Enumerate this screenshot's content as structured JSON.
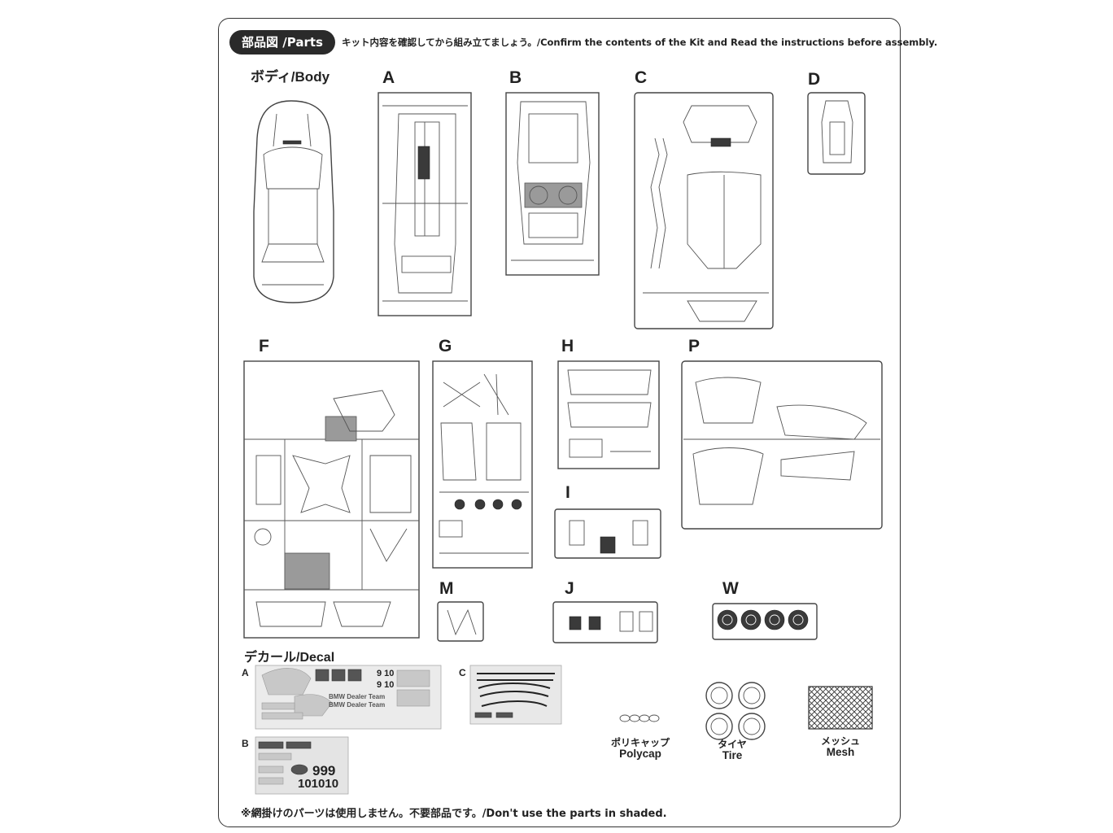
{
  "header": {
    "pill_label": "部品図 /Parts",
    "instruction": "キット内容を確認してから組み立てましょう。/Confirm the contents of the Kit and Read the instructions before assembly."
  },
  "labels": {
    "body": "ボディ/Body",
    "A": "A",
    "B": "B",
    "C": "C",
    "D": "D",
    "F": "F",
    "G": "G",
    "H": "H",
    "P": "P",
    "I": "I",
    "M": "M",
    "J": "J",
    "W": "W",
    "decal_title": "デカール/Decal",
    "decal_A": "A",
    "decal_B": "B",
    "decal_C": "C"
  },
  "decal_text": {
    "num_top": "9 10",
    "num_top2": "9 10",
    "dealer1": "BMW Dealer Team",
    "dealer2": "BMW Dealer Team",
    "num_big1": "999",
    "num_big2": "101010"
  },
  "extras": {
    "polycap_jp": "ポリキャップ",
    "polycap_en": "Polycap",
    "tire_jp": "タイヤ",
    "tire_en": "Tire",
    "mesh_jp": "メッシュ",
    "mesh_en": "Mesh"
  },
  "footer": {
    "note": "※網掛けのパーツは使用しません。不要部品です。/Don't use the parts in shaded."
  }
}
